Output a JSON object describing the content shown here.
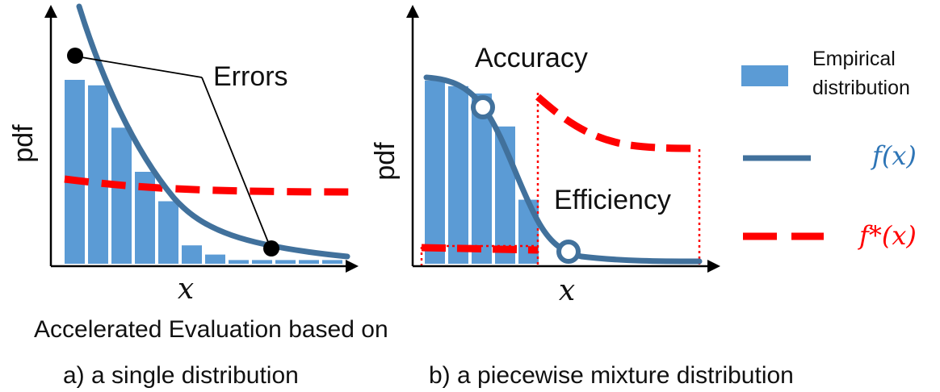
{
  "left_panel": {
    "xlabel": "x",
    "ylabel": "pdf",
    "annotation": "Errors",
    "histogram_bins": [
      1.0,
      0.97,
      0.74,
      0.5,
      0.34,
      0.1,
      0.05,
      0.02,
      0.02,
      0.02,
      0.02,
      0.02
    ]
  },
  "right_panel": {
    "xlabel": "x",
    "ylabel": "pdf",
    "annotation_accuracy": "Accuracy",
    "annotation_efficiency": "Efficiency",
    "histogram_bins": [
      1.0,
      0.97,
      0.93,
      0.75,
      0.35
    ]
  },
  "legend": {
    "empirical_line1": "Empirical",
    "empirical_line2": "distribution",
    "f_label": "f(x)",
    "fstar_label": "f*(x)"
  },
  "caption": {
    "line1": "Accelerated Evaluation based on",
    "a": "a) a single distribution",
    "b": "b) a piecewise mixture distribution"
  },
  "colors": {
    "bar": "#5b9bd5",
    "curve": "#41719c",
    "dashed": "#ff0000",
    "f_text": "#2e75b6",
    "fstar_text": "#ff0000"
  }
}
